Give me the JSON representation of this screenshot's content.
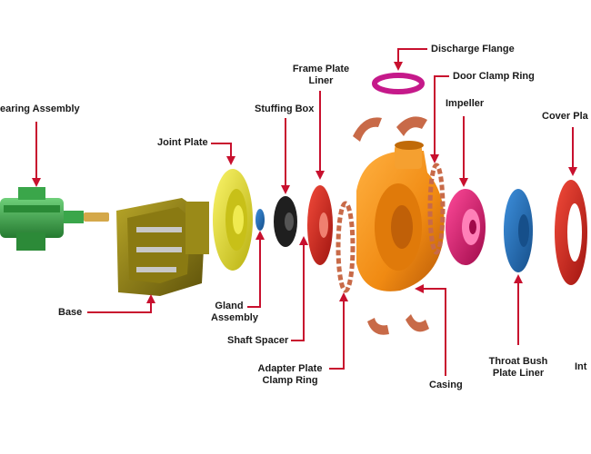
{
  "labels": {
    "bearing_assembly": "earing Assembly",
    "base": "Base",
    "joint_plate": "Joint Plate",
    "gland_assembly_1": "Gland",
    "gland_assembly_2": "Assembly",
    "shaft_spacer": "Shaft Spacer",
    "stuffing_box": "Stuffing Box",
    "frame_plate_liner_1": "Frame Plate",
    "frame_plate_liner_2": "Liner",
    "adapter_plate_1": "Adapter Plate",
    "adapter_plate_2": "Clamp Ring",
    "discharge_flange": "Discharge Flange",
    "door_clamp_ring": "Door Clamp Ring",
    "impeller": "Impeller",
    "casing": "Casing",
    "cover_plate": "Cover Pla",
    "throat_bush_1": "Throat Bush",
    "throat_bush_2": "Plate Liner",
    "intake": "Int"
  },
  "colors": {
    "arrow": "#c8102e",
    "bearing": "#3aa64a",
    "base": "#8a7a12",
    "joint_plate": "#e6e020",
    "stuffing_box": "#1f1f1f",
    "gland": "#1f6fbf",
    "frame_liner": "#d7261e",
    "casing": "#f08a12",
    "impeller": "#e0156f",
    "throat_bush": "#1f6fb5",
    "cover_plate": "#d7261e",
    "clamp": "#c86a48",
    "flange": "#c5198a"
  }
}
